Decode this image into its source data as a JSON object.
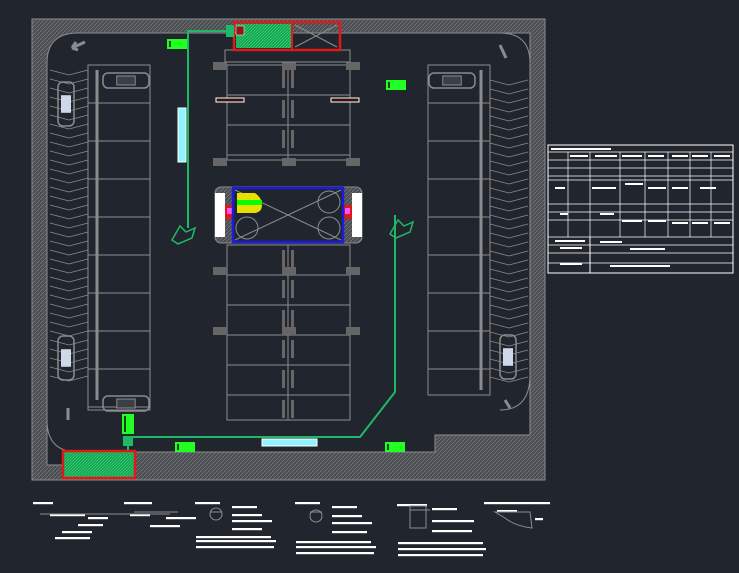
{
  "colors": {
    "background": "#21262e",
    "linework": "#8c8c8c",
    "hatch": "#5a5a5a",
    "route": "#1fb866",
    "equipment": "#22ff22",
    "highlight_red": "#e01818",
    "highlight_blue": "#1a1ae0",
    "cyan": "#8ff4ff",
    "table": "#ffffff"
  },
  "icons": {
    "arrows": "direction-arrow",
    "cars": "parked-car",
    "hands": "hand-symbol"
  }
}
